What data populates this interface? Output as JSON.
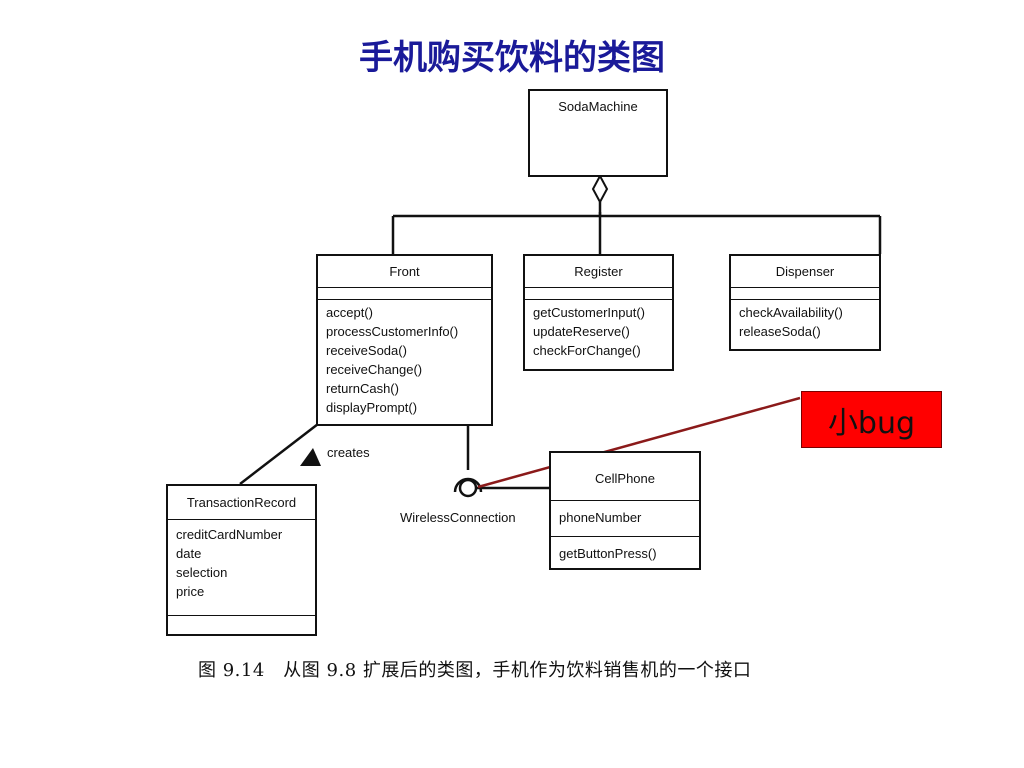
{
  "title": "手机购买饮料的类图",
  "classes": {
    "soda_machine": {
      "name": "SodaMachine"
    },
    "front": {
      "name": "Front",
      "operations": [
        "accept()",
        "processCustomerInfo()",
        "receiveSoda()",
        "receiveChange()",
        "returnCash()",
        "displayPrompt()"
      ]
    },
    "register": {
      "name": "Register",
      "operations": [
        "getCustomerInput()",
        "updateReserve()",
        "checkForChange()"
      ]
    },
    "dispenser": {
      "name": "Dispenser",
      "operations": [
        "checkAvailability()",
        "releaseSoda()"
      ]
    },
    "transaction_record": {
      "name": "TransactionRecord",
      "attributes": [
        "creditCardNumber",
        "date",
        "selection",
        "price"
      ]
    },
    "cell_phone": {
      "name": "CellPhone",
      "attributes": [
        "phoneNumber"
      ],
      "operations": [
        "getButtonPress()"
      ]
    }
  },
  "labels": {
    "creates": "creates",
    "wireless": "WirelessConnection"
  },
  "annotation": {
    "text": "小bug",
    "color": "#ff0000",
    "line_color": "#8b1a1a"
  },
  "caption": "图 9.14　从图 9.8 扩展后的类图，手机作为饮料销售机的一个接口"
}
